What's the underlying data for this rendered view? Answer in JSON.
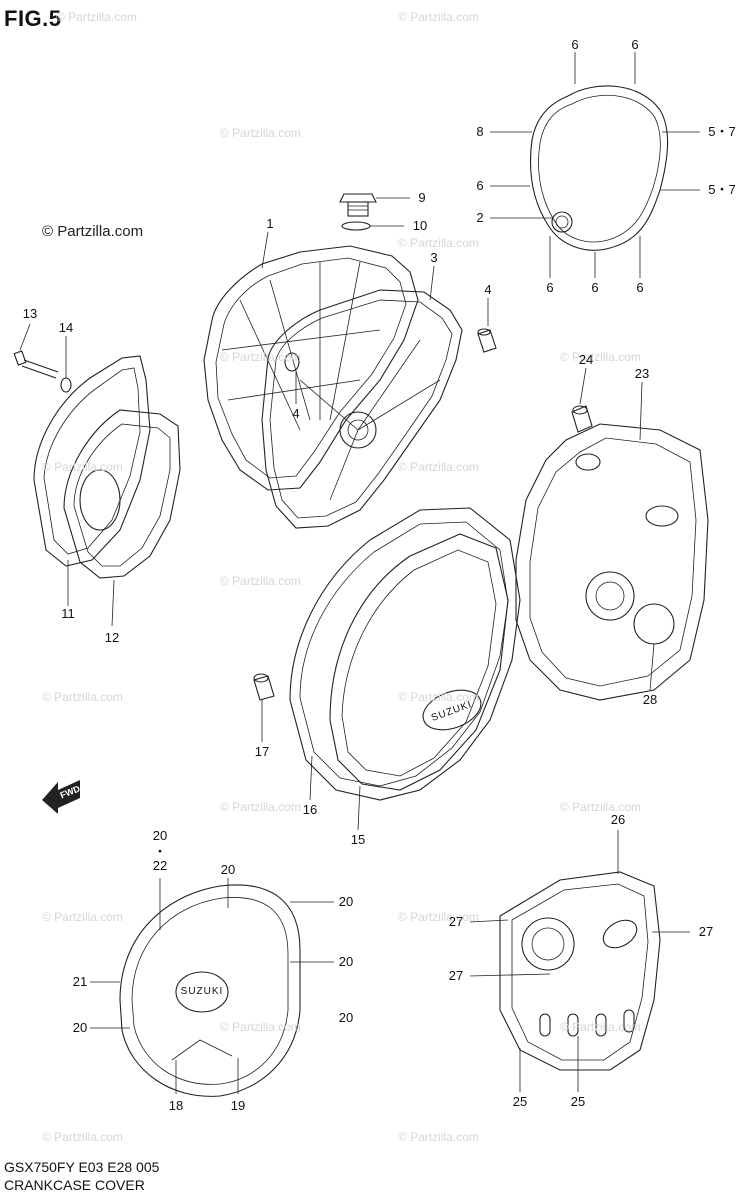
{
  "figure": {
    "title": "FIG.5"
  },
  "watermarks": [
    "© Partzilla.com",
    "© Partzilla.com",
    "© Partzilla.com",
    "© Partzilla.com",
    "© Partzilla.com",
    "© Partzilla.com",
    "© Partzilla.com",
    "© Partzilla.com",
    "© Partzilla.com",
    "© Partzilla.com",
    "© Partzilla.com",
    "© Partzilla.com",
    "© Partzilla.com",
    "© Partzilla.com",
    "© Partzilla.com",
    "© Partzilla.com",
    "© Partzilla.com",
    "© Partzilla.com",
    "© Partzilla.com"
  ],
  "brand_watermark": "© Partzilla.com",
  "callouts": [
    "6",
    "6",
    "8",
    "5・7",
    "6",
    "5・7",
    "2",
    "6",
    "6",
    "6",
    "9",
    "10",
    "1",
    "3",
    "4",
    "4",
    "13",
    "14",
    "11",
    "12",
    "24",
    "23",
    "28",
    "17",
    "16",
    "15",
    "20",
    "・",
    "22",
    "20",
    "20",
    "20",
    "21",
    "20",
    "20",
    "18",
    "19",
    "26",
    "27",
    "27",
    "27",
    "25",
    "25"
  ],
  "cover_marks": {
    "suzuki_a": "SUZUKI",
    "suzuki_b": "SUZUKI",
    "fwd": "FWD"
  },
  "footer": {
    "model_code": "GSX750FY E03 E28 005",
    "caption": "CRANKCASE COVER"
  }
}
